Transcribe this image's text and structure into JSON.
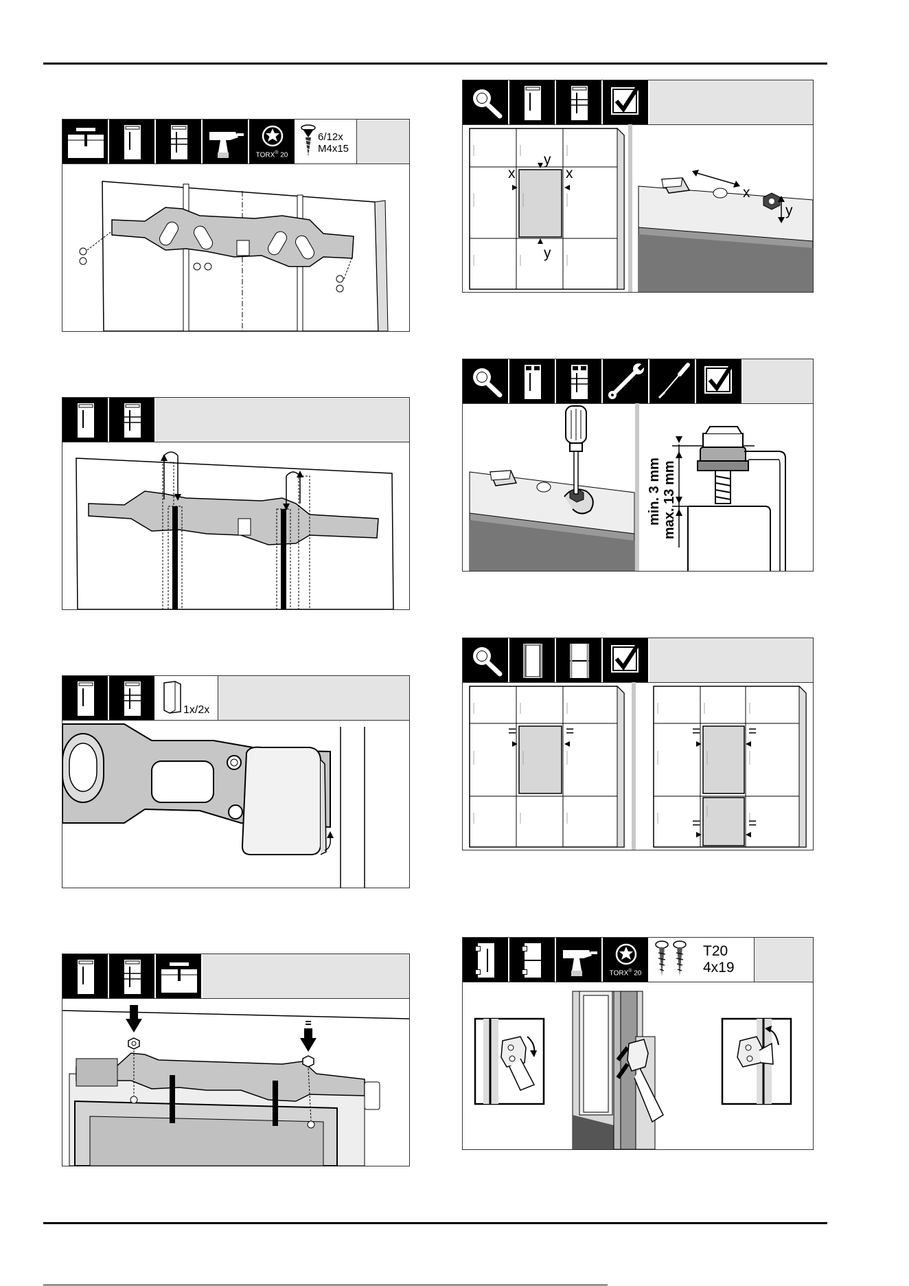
{
  "panels": {
    "p1": {
      "screw_qty": "6/12x",
      "screw_size": "M4x15",
      "torx_label": "TORX",
      "torx_reg": "®",
      "torx_num": "20"
    },
    "p3": {
      "cover_qty": "1x/2x"
    },
    "p5": {
      "label_x": "x",
      "label_y": "y"
    },
    "p6": {
      "dim_min": "min. 3 mm",
      "dim_max": "max. 13 mm"
    },
    "p7": {
      "equal_mark": "="
    },
    "p8": {
      "screw_type": "T20",
      "screw_size": "4x19",
      "torx_label": "TORX",
      "torx_reg": "®",
      "torx_num": "20"
    }
  },
  "colors": {
    "header_bg": "#e4e4e4",
    "icon_bg": "#000000",
    "frame_grey": "#c8c8c8",
    "door_fill": "#d7d7d7"
  }
}
